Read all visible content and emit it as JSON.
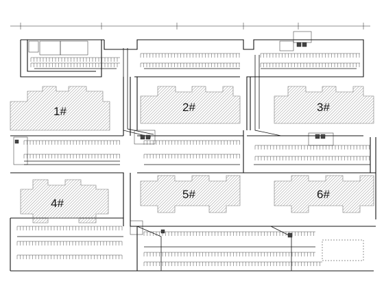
{
  "buildings": [
    {
      "id": "b1",
      "label": "1#"
    },
    {
      "id": "b2",
      "label": "2#"
    },
    {
      "id": "b3",
      "label": "3#"
    },
    {
      "id": "b4",
      "label": "4#"
    },
    {
      "id": "b5",
      "label": "5#"
    },
    {
      "id": "b6",
      "label": "6#"
    }
  ],
  "colors": {
    "line": "#111111",
    "hatch": "#9a9a9a",
    "background": "#ffffff"
  }
}
